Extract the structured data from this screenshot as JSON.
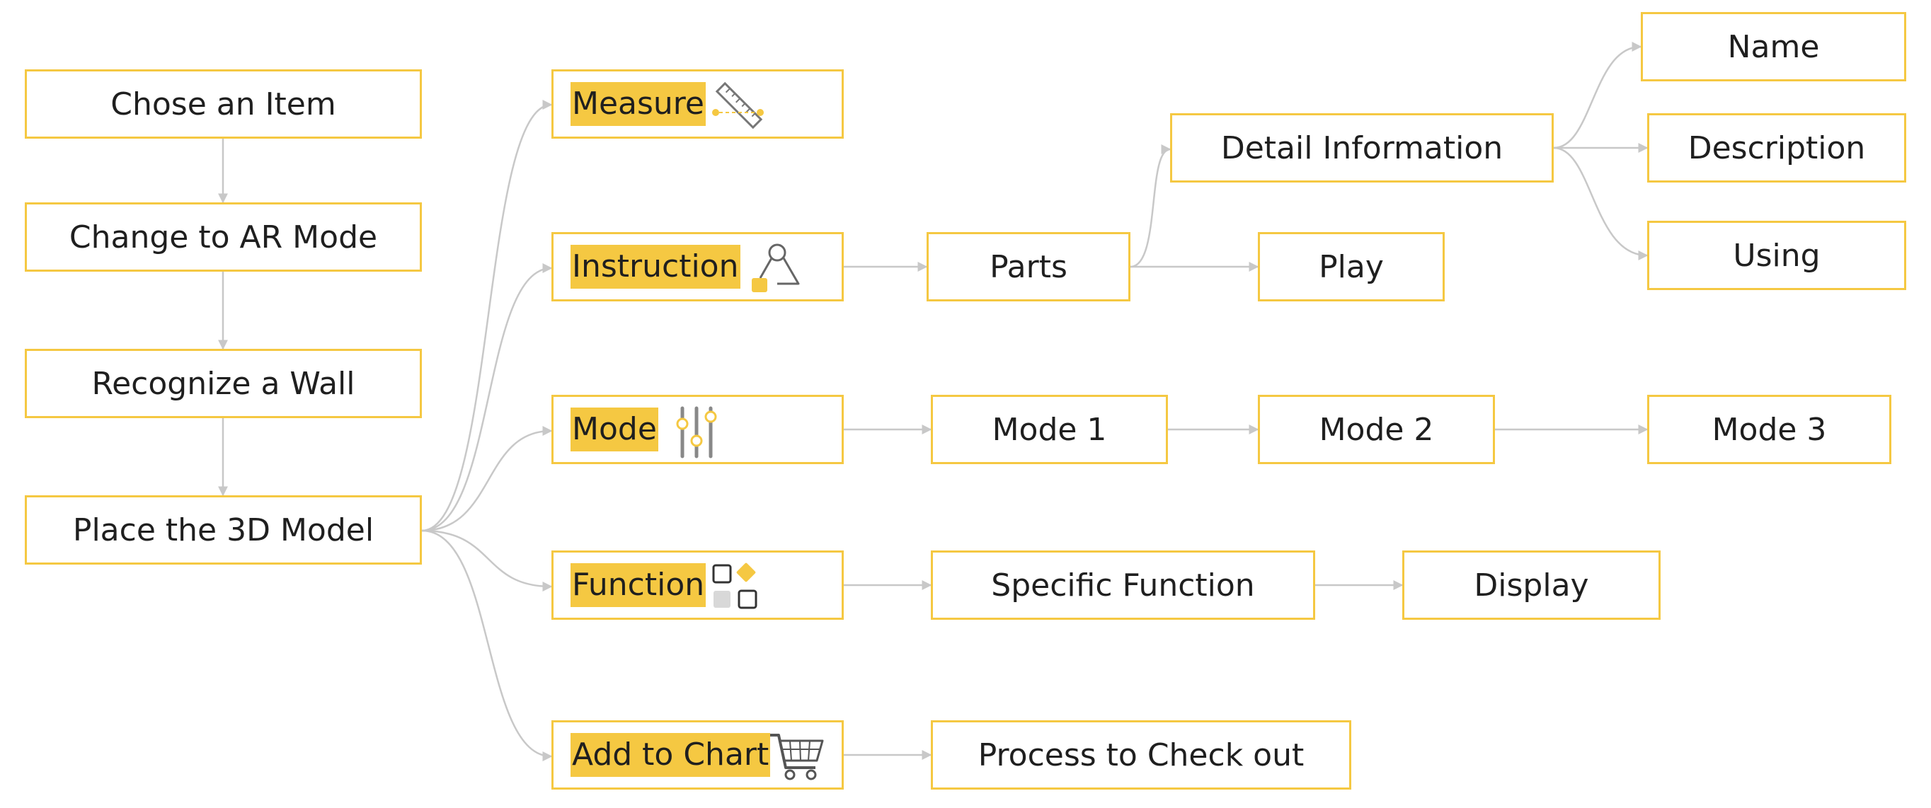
{
  "nodes": {
    "chose_item": "Chose an Item",
    "change_ar": "Change to AR Mode",
    "recognize_wall": "Recognize a Wall",
    "place_model": "Place the 3D Model",
    "measure": "Measure",
    "instruction": "Instruction",
    "mode": "Mode",
    "function": "Function",
    "add_chart": "Add to Chart",
    "parts": "Parts",
    "play": "Play",
    "detail_info": "Detail Information",
    "name": "Name",
    "description": "Description",
    "using": "Using",
    "mode1": "Mode 1",
    "mode2": "Mode 2",
    "mode3": "Mode 3",
    "specific_function": "Specific Function",
    "display": "Display",
    "checkout": "Process to Check out"
  },
  "icons": {
    "measure": "ruler-icon",
    "instruction": "magnifier-shapes-icon",
    "mode": "sliders-icon",
    "function": "shapes-grid-icon",
    "add_chart": "shopping-cart-icon"
  },
  "colors": {
    "border": "#f5c842",
    "highlight": "#f5c842",
    "connector": "#c8c8c8"
  }
}
